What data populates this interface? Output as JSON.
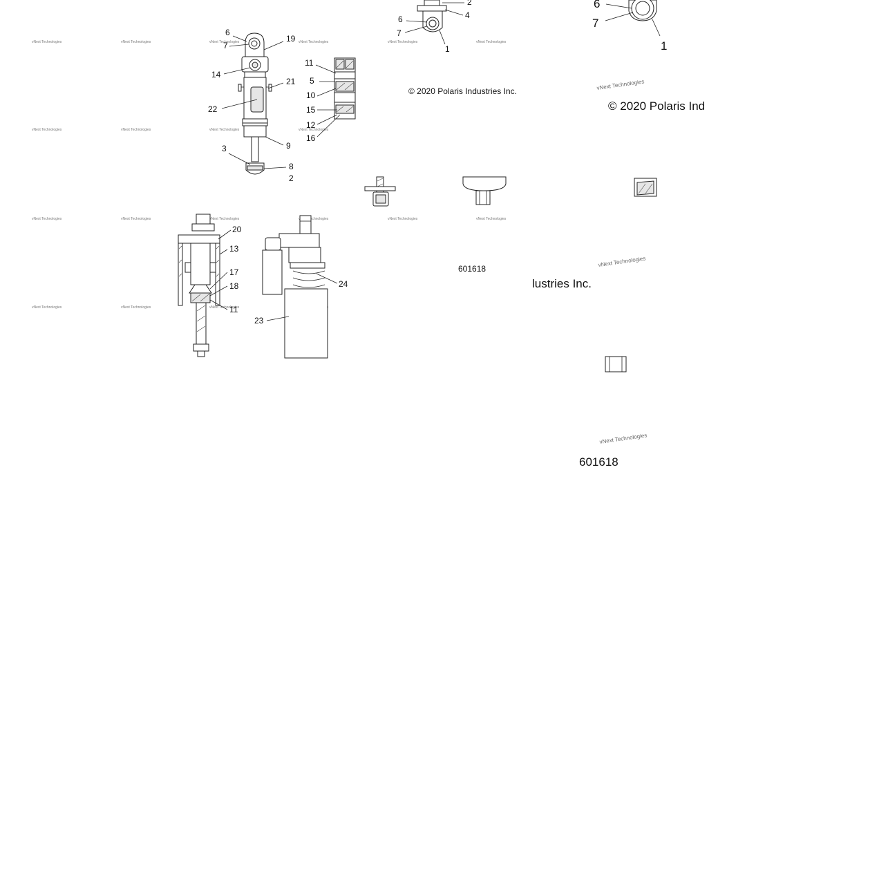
{
  "watermark": {
    "small": "vNext Technologies",
    "big": "vNext Technologies"
  },
  "copyright": {
    "small": "© 2020 Polaris Industries Inc.",
    "large": "© 2020 Polaris Ind",
    "fragment": "lustries Inc."
  },
  "part_number": {
    "small": "601618",
    "large": "601618"
  },
  "callouts_top_center": [
    "2",
    "4",
    "6",
    "7",
    "1"
  ],
  "callouts_top_right": [
    "6",
    "7",
    "1"
  ],
  "callouts_left_assembly": [
    "6",
    "7",
    "19",
    "14",
    "21",
    "22",
    "9",
    "3",
    "8",
    "2"
  ],
  "callouts_piston": [
    "11",
    "5",
    "10",
    "15",
    "12",
    "16"
  ],
  "callouts_section": [
    "20",
    "13",
    "17",
    "18",
    "11"
  ],
  "callouts_spring": [
    "24",
    "23"
  ]
}
